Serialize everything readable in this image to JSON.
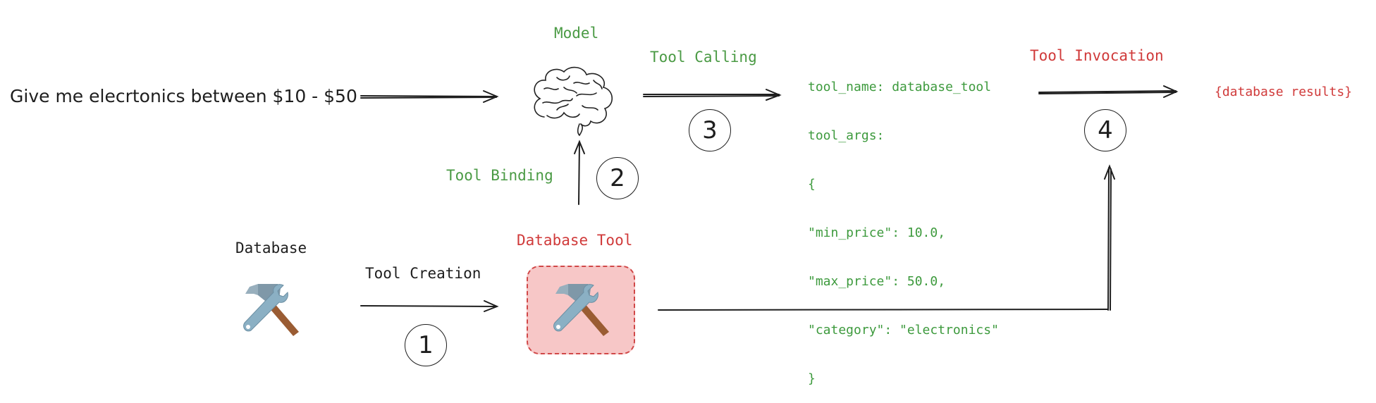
{
  "prompt": {
    "text": "Give me elecrtonics between $10 - $50"
  },
  "model": {
    "label": "Model",
    "icon": "brain-icon"
  },
  "tool_calling": {
    "label": "Tool Calling",
    "step": "3"
  },
  "tool_binding": {
    "label": "Tool Binding",
    "step": "2"
  },
  "tool_creation": {
    "label": "Tool Creation",
    "step": "1"
  },
  "tool_invocation": {
    "label": "Tool Invocation",
    "step": "4"
  },
  "database": {
    "label": "Database",
    "icon": "hammer-wrench-icon"
  },
  "database_tool": {
    "label": "Database Tool",
    "icon": "hammer-wrench-icon"
  },
  "tool_call": {
    "lines": [
      "tool_name: database_tool",
      "tool_args:",
      "{",
      "\"min_price\": 10.0,",
      "\"max_price\": 50.0,",
      "\"category\": \"electronics\"",
      "}"
    ]
  },
  "result": {
    "text": "{database results}"
  },
  "colors": {
    "green": "#4a9a44",
    "red": "#d03a3a",
    "toolbox_fill": "#f7c7c7",
    "toolbox_border": "#d04848"
  }
}
